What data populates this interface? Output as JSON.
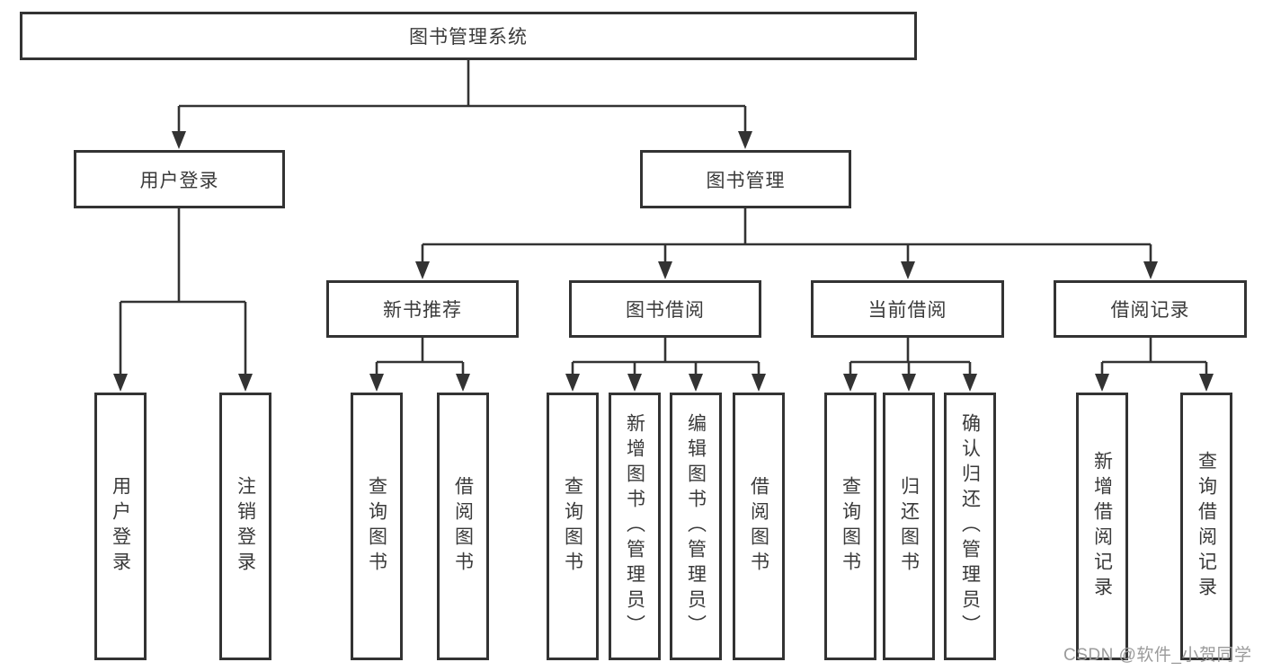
{
  "diagram": {
    "title": "图书管理系统",
    "tree": {
      "root": {
        "label": "图书管理系统",
        "children": [
          {
            "label": "用户登录",
            "children": [
              {
                "label": "用户登录"
              },
              {
                "label": "注销登录"
              }
            ]
          },
          {
            "label": "图书管理",
            "children": [
              {
                "label": "新书推荐",
                "children": [
                  {
                    "label": "查询图书"
                  },
                  {
                    "label": "借阅图书"
                  }
                ]
              },
              {
                "label": "图书借阅",
                "children": [
                  {
                    "label": "查询图书"
                  },
                  {
                    "label": "新增图书（管理员）"
                  },
                  {
                    "label": "编辑图书（管理员）"
                  },
                  {
                    "label": "借阅图书"
                  }
                ]
              },
              {
                "label": "当前借阅",
                "children": [
                  {
                    "label": "查询图书"
                  },
                  {
                    "label": "归还图书"
                  },
                  {
                    "label": "确认归还（管理员）"
                  }
                ]
              },
              {
                "label": "借阅记录",
                "children": [
                  {
                    "label": "新增借阅记录"
                  },
                  {
                    "label": "查询借阅记录"
                  }
                ]
              }
            ]
          }
        ]
      }
    },
    "colors": {
      "line": "#333333",
      "border": "#333333",
      "text": "#3a3a3a",
      "background": "#ffffff",
      "watermark": "#9b9b9b"
    }
  },
  "watermark": {
    "text": "CSDN @软件_小贺同学"
  }
}
